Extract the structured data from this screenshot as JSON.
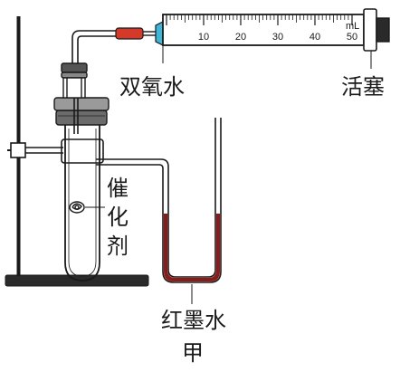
{
  "labels": {
    "hydrogen_peroxide": "双氧水",
    "plunger": "活塞",
    "catalyst": "催\n化\n剂",
    "red_ink": "红墨水",
    "figure": "甲"
  },
  "syringe": {
    "unit": "mL",
    "ticks": [
      "10",
      "20",
      "30",
      "40",
      "50"
    ]
  },
  "colors": {
    "ink": "#1a1a1a",
    "red_ink": "#8b1a1a",
    "connector": "#d43a2a",
    "needle_tip": "#3fb6d8",
    "stopper": "#6b6b6b"
  }
}
